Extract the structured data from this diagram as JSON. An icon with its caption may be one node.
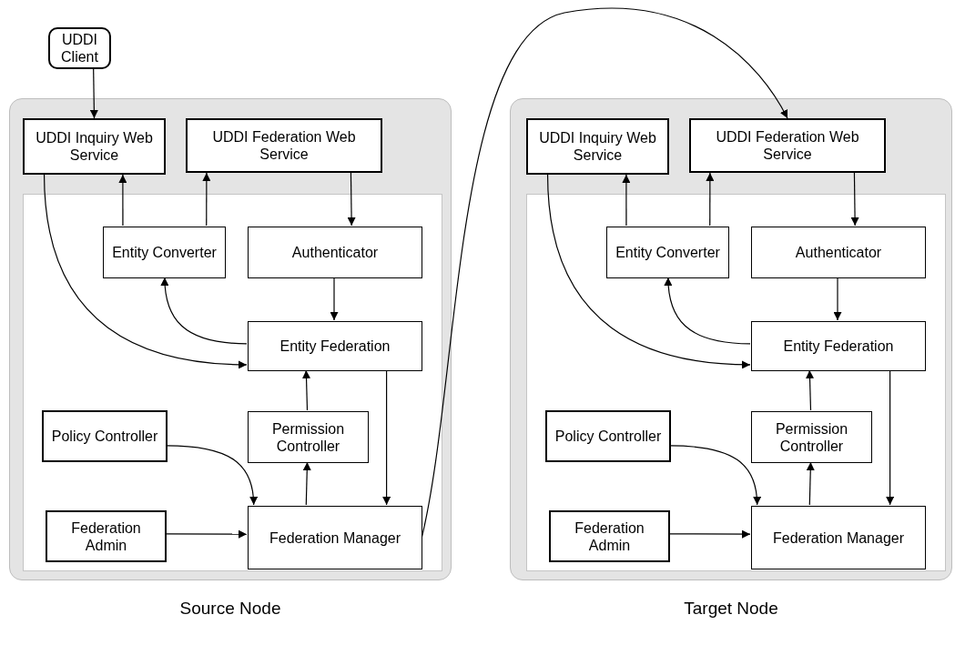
{
  "diagram": {
    "nodes": [
      {
        "text": [
          "UDDI Client"
        ]
      },
      {
        "text": [
          "Source Node"
        ]
      },
      {
        "text": [
          "UDDI Inquiry Web Service"
        ],
        "in": 1
      },
      {
        "text": [
          "UDDI Federation Web Service"
        ],
        "in": 1
      },
      {
        "text": [],
        "shape": "box",
        "in": 1
      },
      {
        "text": [
          "Entity Converter"
        ],
        "in": 4
      },
      {
        "text": [
          "Authenticator"
        ],
        "in": 4
      },
      {
        "text": [
          "Entity Federation"
        ],
        "in": 4
      },
      {
        "text": [
          "Policy Controller"
        ],
        "in": 4
      },
      {
        "text": [
          "Permission Controller"
        ],
        "in": 4
      },
      {
        "text": [
          "Federation Admin"
        ],
        "in": 4
      },
      {
        "text": [
          "Federation Manager"
        ],
        "in": 4
      },
      {
        "text": [
          "Target Node"
        ]
      },
      {
        "text": [
          "UDDI Inquiry Web Service"
        ],
        "in": 12
      },
      {
        "text": [
          "UDDI Federation Web Service"
        ],
        "in": 12
      },
      {
        "text": [],
        "shape": "box",
        "in": 12
      },
      {
        "text": [
          "Entity Converter"
        ],
        "in": 15
      },
      {
        "text": [
          "Authenticator"
        ],
        "in": 15
      },
      {
        "text": [
          "Entity Federation"
        ],
        "in": 15
      },
      {
        "text": [
          "Policy Controller"
        ],
        "in": 15
      },
      {
        "text": [
          "Permission Controller"
        ],
        "in": 15
      },
      {
        "text": [
          "Federation Admin"
        ],
        "in": 15
      },
      {
        "text": [
          "Federation Manager"
        ],
        "in": 15
      }
    ],
    "edges": [
      {
        "from": 0,
        "to": 2,
        "arrow": "to"
      },
      {
        "from": 5,
        "to": 2,
        "arrow": "to"
      },
      {
        "from": 5,
        "to": 3,
        "arrow": "to"
      },
      {
        "from": 3,
        "to": 6,
        "arrow": "to"
      },
      {
        "from": 6,
        "to": 7,
        "arrow": "to"
      },
      {
        "from": 7,
        "to": 5,
        "arrow": "to"
      },
      {
        "from": 2,
        "to": 7,
        "arrow": "to"
      },
      {
        "from": 9,
        "to": 7,
        "arrow": "to"
      },
      {
        "from": 11,
        "to": 9,
        "arrow": "to"
      },
      {
        "from": 7,
        "to": 11,
        "arrow": "to"
      },
      {
        "from": 8,
        "to": 11,
        "arrow": "to"
      },
      {
        "from": 10,
        "to": 11,
        "arrow": "to"
      },
      {
        "from": 11,
        "to": 14,
        "arrow": "to"
      },
      {
        "from": 16,
        "to": 13,
        "arrow": "to"
      },
      {
        "from": 16,
        "to": 14,
        "arrow": "to"
      },
      {
        "from": 14,
        "to": 17,
        "arrow": "to"
      },
      {
        "from": 17,
        "to": 18,
        "arrow": "to"
      },
      {
        "from": 18,
        "to": 16,
        "arrow": "to"
      },
      {
        "from": 13,
        "to": 18,
        "arrow": "to"
      },
      {
        "from": 20,
        "to": 18,
        "arrow": "to"
      },
      {
        "from": 22,
        "to": 20,
        "arrow": "to"
      },
      {
        "from": 18,
        "to": 22,
        "arrow": "to"
      },
      {
        "from": 19,
        "to": 22,
        "arrow": "to"
      },
      {
        "from": 21,
        "to": 22,
        "arrow": "to"
      }
    ]
  }
}
